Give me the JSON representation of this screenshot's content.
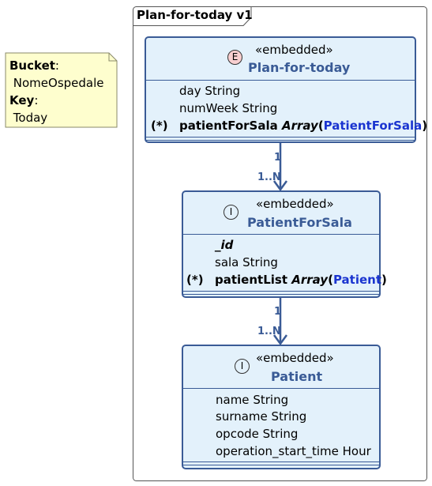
{
  "note": {
    "bucket_key": "Bucket",
    "bucket_value": "NomeOspedale",
    "key_key": "Key",
    "key_value": "Today"
  },
  "package": {
    "title": "Plan-for-today v1"
  },
  "entities": [
    {
      "badge": "E",
      "stereotype": "«embedded»",
      "name": "Plan-for-today",
      "fields": [
        {
          "marker": "",
          "name": "day",
          "type": "String"
        },
        {
          "marker": "",
          "name": "numWeek",
          "type": "String"
        },
        {
          "marker": "(*)",
          "name": "patientForSala",
          "type": "Array",
          "type_open": "(",
          "type_ref": "PatientForSala",
          "type_close": ")"
        }
      ]
    },
    {
      "badge": "I",
      "stereotype": "«embedded»",
      "name": "PatientForSala",
      "fields": [
        {
          "marker": "",
          "name": "_id",
          "type": ""
        },
        {
          "marker": "",
          "name": "sala",
          "type": "String"
        },
        {
          "marker": "(*)",
          "name": "patientList",
          "type": "Array",
          "type_open": "(",
          "type_ref": "Patient",
          "type_close": ")"
        }
      ]
    },
    {
      "badge": "I",
      "stereotype": "«embedded»",
      "name": "Patient",
      "fields": [
        {
          "marker": "",
          "name": "name",
          "type": "String"
        },
        {
          "marker": "",
          "name": "surname",
          "type": "String"
        },
        {
          "marker": "",
          "name": "opcode",
          "type": "String"
        },
        {
          "marker": "",
          "name": "operation_start_time",
          "type": "Hour"
        }
      ]
    }
  ],
  "links": [
    {
      "from_mult": "1",
      "to_mult": "1..N"
    },
    {
      "from_mult": "1",
      "to_mult": "1..N"
    }
  ],
  "colors": {
    "entity_fill": "#e3f1fb",
    "entity_border": "#3a5b96",
    "note_fill": "#fefece",
    "ref_text": "#1a34d0"
  }
}
